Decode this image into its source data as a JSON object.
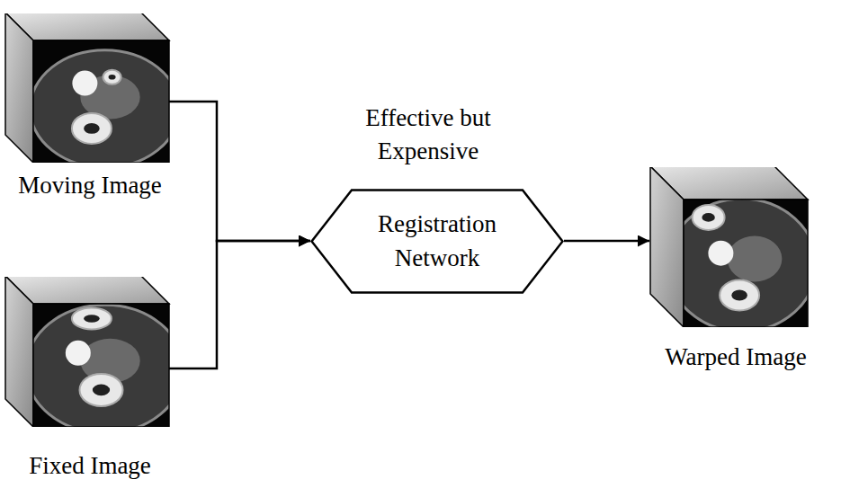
{
  "diagram": {
    "nodes": [
      {
        "text": [
          "Moving Image"
        ]
      },
      {
        "text": [
          "Fixed Image"
        ]
      },
      {
        "text": [
          "Registration Network"
        ]
      },
      {
        "text": [
          "Warped Image"
        ]
      }
    ],
    "edges": [
      {
        "from": 0,
        "to": 2,
        "arrow": "to"
      },
      {
        "from": 1,
        "to": 2,
        "arrow": "to"
      },
      {
        "from": 2,
        "to": 3,
        "arrow": "to"
      }
    ],
    "labels": [
      "Effective but Expensive"
    ]
  }
}
